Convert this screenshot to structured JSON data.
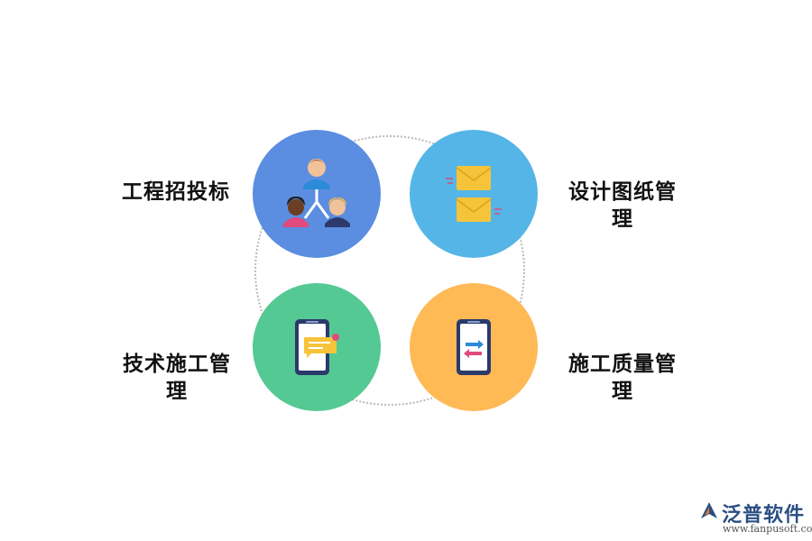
{
  "items": [
    {
      "label": "工程招投标",
      "color": "#5b8de0",
      "icon": "people-network-icon"
    },
    {
      "label": "设计图纸管理",
      "color": "#55b5e6",
      "icon": "envelope-icon"
    },
    {
      "label": "技术施工管理",
      "color": "#55c993",
      "icon": "phone-chat-icon"
    },
    {
      "label": "施工质量管理",
      "color": "#ffb955",
      "icon": "phone-transfer-icon"
    }
  ],
  "logo": {
    "name": "泛普软件",
    "url": "www.fanpusoft.com"
  }
}
